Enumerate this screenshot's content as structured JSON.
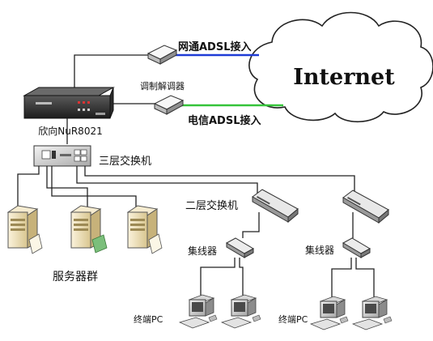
{
  "labels": {
    "internet": "Internet",
    "netcom_adsl": "网通ADSL接入",
    "modem": "调制解调器",
    "telecom_adsl": "电信ADSL接入",
    "router": "欣向NuR8021",
    "l3_switch": "三层交换机",
    "l2_switch": "二层交换机",
    "hub_left": "集线器",
    "hub_right": "集线器",
    "servers": "服务器群",
    "terminals_left": "终端PC",
    "terminals_right": "终端PC"
  },
  "line_colors": {
    "netcom": "#1f3bd6",
    "telecom": "#35c43a",
    "wire": "#222222"
  }
}
